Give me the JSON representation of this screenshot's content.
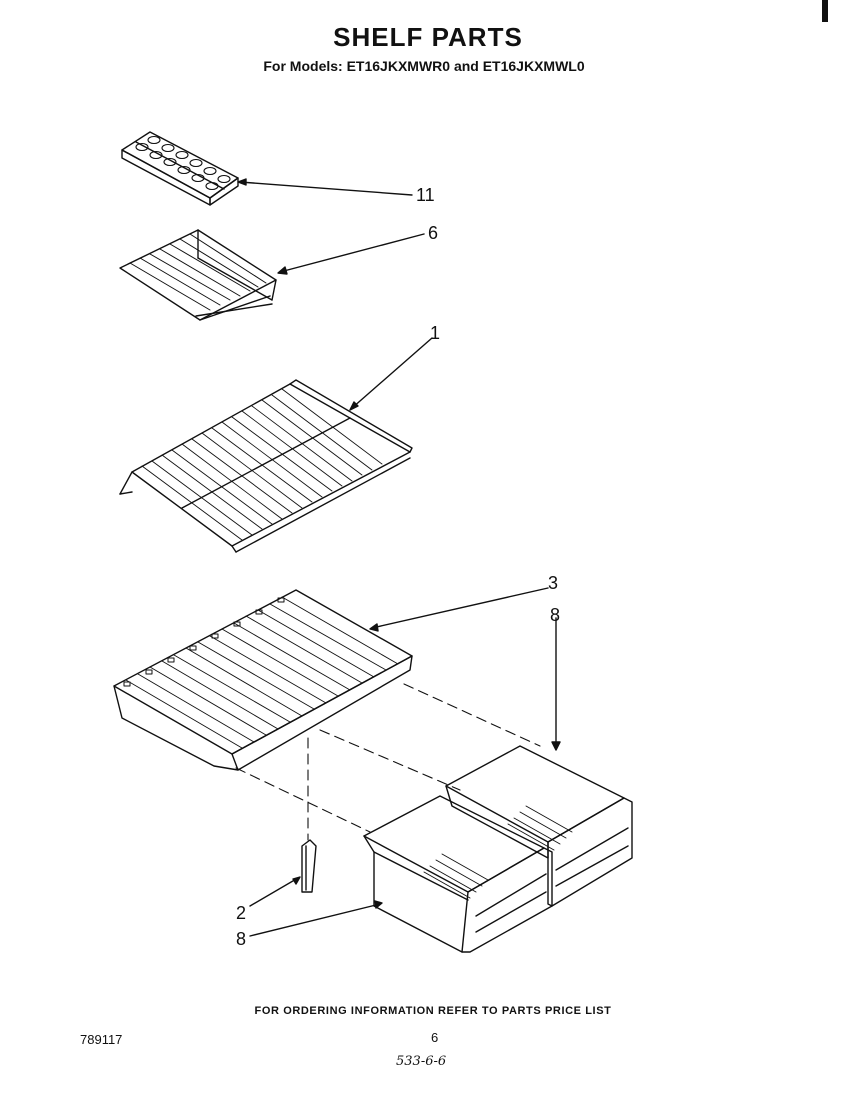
{
  "header": {
    "title": "SHELF PARTS",
    "models_line": "For Models: ET16JKXMWR0 and ET16JKXMWL0"
  },
  "diagram": {
    "parts": [
      {
        "callout": "11",
        "name": "ice-cube-tray"
      },
      {
        "callout": "6",
        "name": "small-wire-shelf"
      },
      {
        "callout": "1",
        "name": "wire-shelf"
      },
      {
        "callout": "3",
        "name": "crisper-cover-shelf"
      },
      {
        "callout": "8",
        "name": "crisper-drawer-right"
      },
      {
        "callout": "2",
        "name": "support-post"
      },
      {
        "callout": "8",
        "name": "crisper-drawer-left"
      }
    ]
  },
  "footer": {
    "ordering_note": "FOR ORDERING INFORMATION REFER TO PARTS PRICE LIST",
    "document_number": "789117",
    "page_number": "6",
    "handwritten_note": "533-6-6"
  }
}
